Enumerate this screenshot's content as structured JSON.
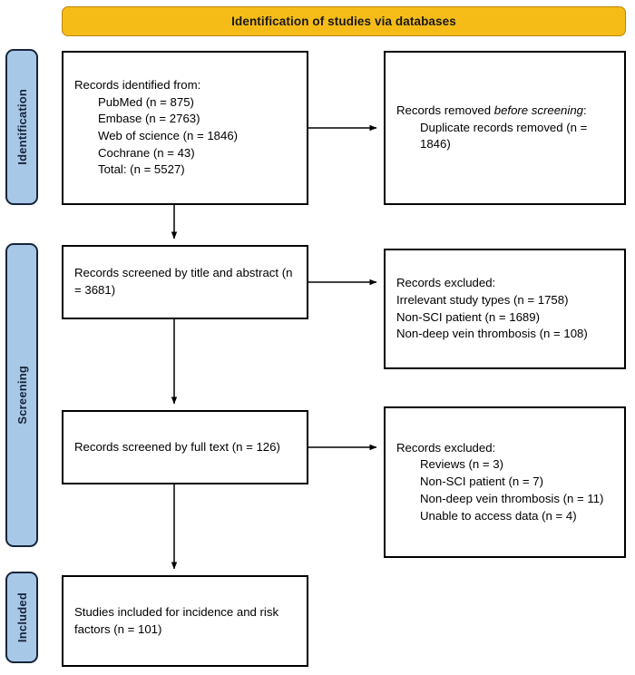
{
  "header": {
    "title": "Identification of studies via databases"
  },
  "stages": [
    {
      "id": "identification",
      "label": "Identification"
    },
    {
      "id": "screening",
      "label": "Screening"
    },
    {
      "id": "included",
      "label": "Included"
    }
  ],
  "boxes": {
    "identified": {
      "lines": [
        "Records identified from:",
        "PubMed (n = 875)",
        "Embase (n = 2763)",
        "Web of science (n = 1846)",
        "Cochrane (n = 43)",
        "Total: (n = 5527)"
      ]
    },
    "removed": {
      "line1_pre": "Records removed ",
      "line1_italic": "before screening",
      "line1_post": ":",
      "lines": [
        "Duplicate records removed (n = 1846)"
      ]
    },
    "screened_title": {
      "lines": [
        "Records screened by title and abstract (n = 3681)"
      ]
    },
    "excluded_1": {
      "lines": [
        "Records excluded:",
        "Irrelevant study types (n = 1758)",
        "Non-SCI patient (n = 1689)",
        "Non-deep vein thrombosis (n = 108)"
      ]
    },
    "screened_full": {
      "lines": [
        "Records screened by full text (n = 126)"
      ]
    },
    "excluded_2": {
      "heading": "Records excluded:",
      "lines": [
        "Reviews (n = 3)",
        "Non-SCI patient (n = 7)",
        "Non-deep vein thrombosis (n = 11)",
        "Unable to access data (n = 4)"
      ]
    },
    "included": {
      "lines": [
        "Studies included for incidence and risk factors (n = 101)"
      ]
    }
  },
  "colors": {
    "banner_fill": "#f5bc17",
    "banner_border": "#b8860b",
    "stage_fill": "#a8c8e8",
    "stage_border": "#17243a",
    "box_border": "#000000",
    "text": "#000000"
  }
}
